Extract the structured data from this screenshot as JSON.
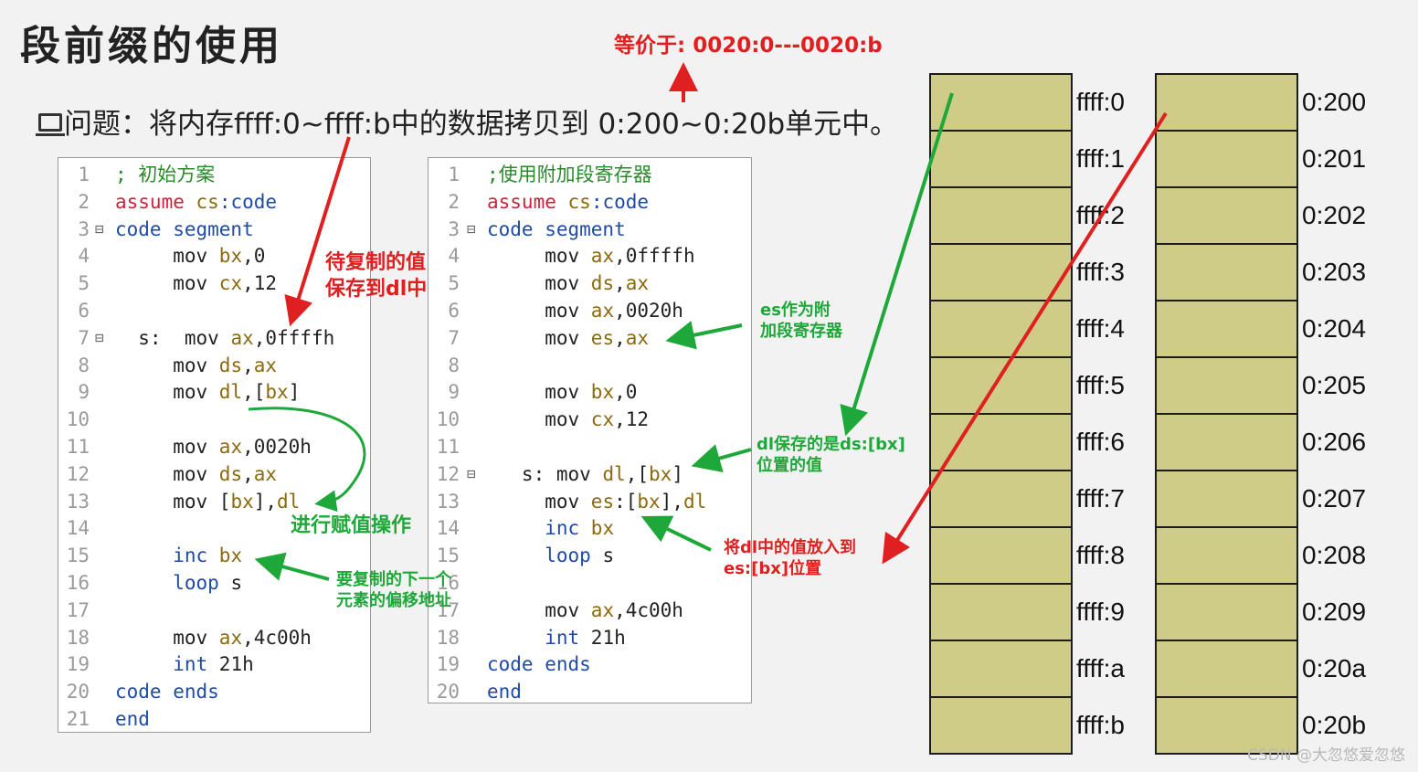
{
  "title": "段前缀的使用",
  "question": "问题：将内存ffff:0~ffff:b中的数据拷贝到 0:200~0:20b单元中。",
  "equivalence_note": "等价于: 0020:0---0020:b",
  "left_code": [
    {
      "n": "1",
      "fold": "",
      "tokens": [
        {
          "t": "; 初始方案",
          "c": "comment"
        }
      ]
    },
    {
      "n": "2",
      "fold": "",
      "tokens": [
        {
          "t": "assume ",
          "c": "kw"
        },
        {
          "t": "cs",
          "c": "reg"
        },
        {
          "t": ":code",
          "c": "blue"
        }
      ]
    },
    {
      "n": "3",
      "fold": "⊟",
      "tokens": [
        {
          "t": "code segment",
          "c": "blue"
        }
      ]
    },
    {
      "n": "4",
      "fold": "",
      "tokens": [
        {
          "t": "     mov ",
          "c": "plain"
        },
        {
          "t": "bx",
          "c": "reg"
        },
        {
          "t": ",0",
          "c": "plain"
        }
      ]
    },
    {
      "n": "5",
      "fold": "",
      "tokens": [
        {
          "t": "     mov ",
          "c": "plain"
        },
        {
          "t": "cx",
          "c": "reg"
        },
        {
          "t": ",12",
          "c": "plain"
        }
      ]
    },
    {
      "n": "6",
      "fold": "",
      "tokens": []
    },
    {
      "n": "7",
      "fold": "⊟",
      "tokens": [
        {
          "t": "  s:  mov ",
          "c": "plain"
        },
        {
          "t": "ax",
          "c": "reg"
        },
        {
          "t": ",0ffffh",
          "c": "plain"
        }
      ]
    },
    {
      "n": "8",
      "fold": "",
      "tokens": [
        {
          "t": "     mov ",
          "c": "plain"
        },
        {
          "t": "ds",
          "c": "reg"
        },
        {
          "t": ",",
          "c": "plain"
        },
        {
          "t": "ax",
          "c": "reg"
        }
      ]
    },
    {
      "n": "9",
      "fold": "",
      "tokens": [
        {
          "t": "     mov ",
          "c": "plain"
        },
        {
          "t": "dl",
          "c": "reg"
        },
        {
          "t": ",[",
          "c": "plain"
        },
        {
          "t": "bx",
          "c": "reg"
        },
        {
          "t": "]",
          "c": "plain"
        }
      ]
    },
    {
      "n": "10",
      "fold": "",
      "tokens": []
    },
    {
      "n": "11",
      "fold": "",
      "tokens": [
        {
          "t": "     mov ",
          "c": "plain"
        },
        {
          "t": "ax",
          "c": "reg"
        },
        {
          "t": ",0020h",
          "c": "plain"
        }
      ]
    },
    {
      "n": "12",
      "fold": "",
      "tokens": [
        {
          "t": "     mov ",
          "c": "plain"
        },
        {
          "t": "ds",
          "c": "reg"
        },
        {
          "t": ",",
          "c": "plain"
        },
        {
          "t": "ax",
          "c": "reg"
        }
      ]
    },
    {
      "n": "13",
      "fold": "",
      "tokens": [
        {
          "t": "     mov [",
          "c": "plain"
        },
        {
          "t": "bx",
          "c": "reg"
        },
        {
          "t": "],",
          "c": "plain"
        },
        {
          "t": "dl",
          "c": "reg"
        }
      ]
    },
    {
      "n": "14",
      "fold": "",
      "tokens": []
    },
    {
      "n": "15",
      "fold": "",
      "tokens": [
        {
          "t": "     inc ",
          "c": "blue"
        },
        {
          "t": "bx",
          "c": "reg"
        }
      ]
    },
    {
      "n": "16",
      "fold": "",
      "tokens": [
        {
          "t": "     loop ",
          "c": "blue"
        },
        {
          "t": "s",
          "c": "plain"
        }
      ]
    },
    {
      "n": "17",
      "fold": "",
      "tokens": []
    },
    {
      "n": "18",
      "fold": "",
      "tokens": [
        {
          "t": "     mov ",
          "c": "plain"
        },
        {
          "t": "ax",
          "c": "reg"
        },
        {
          "t": ",4c00h",
          "c": "plain"
        }
      ]
    },
    {
      "n": "19",
      "fold": "",
      "tokens": [
        {
          "t": "     int ",
          "c": "blue"
        },
        {
          "t": "21h",
          "c": "plain"
        }
      ]
    },
    {
      "n": "20",
      "fold": "",
      "tokens": [
        {
          "t": "code ends",
          "c": "blue"
        }
      ]
    },
    {
      "n": "21",
      "fold": "",
      "tokens": [
        {
          "t": "end",
          "c": "blue"
        }
      ]
    }
  ],
  "right_code": [
    {
      "n": "1",
      "fold": "",
      "tokens": [
        {
          "t": ";使用附加段寄存器",
          "c": "comment"
        }
      ]
    },
    {
      "n": "2",
      "fold": "",
      "tokens": [
        {
          "t": "assume ",
          "c": "kw"
        },
        {
          "t": "cs",
          "c": "reg"
        },
        {
          "t": ":code",
          "c": "blue"
        }
      ]
    },
    {
      "n": "3",
      "fold": "⊟",
      "tokens": [
        {
          "t": "code segment",
          "c": "blue"
        }
      ]
    },
    {
      "n": "4",
      "fold": "",
      "tokens": [
        {
          "t": "     mov ",
          "c": "plain"
        },
        {
          "t": "ax",
          "c": "reg"
        },
        {
          "t": ",0ffffh",
          "c": "plain"
        }
      ]
    },
    {
      "n": "5",
      "fold": "",
      "tokens": [
        {
          "t": "     mov ",
          "c": "plain"
        },
        {
          "t": "ds",
          "c": "reg"
        },
        {
          "t": ",",
          "c": "plain"
        },
        {
          "t": "ax",
          "c": "reg"
        }
      ]
    },
    {
      "n": "6",
      "fold": "",
      "tokens": [
        {
          "t": "     mov ",
          "c": "plain"
        },
        {
          "t": "ax",
          "c": "reg"
        },
        {
          "t": ",0020h",
          "c": "plain"
        }
      ]
    },
    {
      "n": "7",
      "fold": "",
      "tokens": [
        {
          "t": "     mov ",
          "c": "plain"
        },
        {
          "t": "es",
          "c": "reg"
        },
        {
          "t": ",",
          "c": "plain"
        },
        {
          "t": "ax",
          "c": "reg"
        }
      ]
    },
    {
      "n": "8",
      "fold": "",
      "tokens": []
    },
    {
      "n": "9",
      "fold": "",
      "tokens": [
        {
          "t": "     mov ",
          "c": "plain"
        },
        {
          "t": "bx",
          "c": "reg"
        },
        {
          "t": ",0",
          "c": "plain"
        }
      ]
    },
    {
      "n": "10",
      "fold": "",
      "tokens": [
        {
          "t": "     mov ",
          "c": "plain"
        },
        {
          "t": "cx",
          "c": "reg"
        },
        {
          "t": ",12",
          "c": "plain"
        }
      ]
    },
    {
      "n": "11",
      "fold": "",
      "tokens": []
    },
    {
      "n": "12",
      "fold": "⊟",
      "tokens": [
        {
          "t": "   s: mov ",
          "c": "plain"
        },
        {
          "t": "dl",
          "c": "reg"
        },
        {
          "t": ",[",
          "c": "plain"
        },
        {
          "t": "bx",
          "c": "reg"
        },
        {
          "t": "]",
          "c": "plain"
        }
      ]
    },
    {
      "n": "13",
      "fold": "",
      "tokens": [
        {
          "t": "     mov ",
          "c": "plain"
        },
        {
          "t": "es",
          "c": "reg"
        },
        {
          "t": ":[",
          "c": "plain"
        },
        {
          "t": "bx",
          "c": "reg"
        },
        {
          "t": "],",
          "c": "plain"
        },
        {
          "t": "dl",
          "c": "reg"
        }
      ]
    },
    {
      "n": "14",
      "fold": "",
      "tokens": [
        {
          "t": "     inc ",
          "c": "blue"
        },
        {
          "t": "bx",
          "c": "reg"
        }
      ]
    },
    {
      "n": "15",
      "fold": "",
      "tokens": [
        {
          "t": "     loop ",
          "c": "blue"
        },
        {
          "t": "s",
          "c": "plain"
        }
      ]
    },
    {
      "n": "16",
      "fold": "",
      "tokens": []
    },
    {
      "n": "17",
      "fold": "",
      "tokens": [
        {
          "t": "     mov ",
          "c": "plain"
        },
        {
          "t": "ax",
          "c": "reg"
        },
        {
          "t": ",4c00h",
          "c": "plain"
        }
      ]
    },
    {
      "n": "18",
      "fold": "",
      "tokens": [
        {
          "t": "     int ",
          "c": "blue"
        },
        {
          "t": "21h",
          "c": "plain"
        }
      ]
    },
    {
      "n": "19",
      "fold": "",
      "tokens": [
        {
          "t": "code ends",
          "c": "blue"
        }
      ]
    },
    {
      "n": "20",
      "fold": "",
      "tokens": [
        {
          "t": "end",
          "c": "blue"
        }
      ]
    }
  ],
  "annotations": {
    "copy_value_1": "待复制的值",
    "copy_value_2": "保存到dl中",
    "assign_op": "进行赋值操作",
    "next_addr_1": "要复制的下一个",
    "next_addr_2": "元素的偏移地址",
    "es_note_1": "es作为附",
    "es_note_2": "加段寄存器",
    "dl_note_1": "dl保存的是ds:[bx]",
    "dl_note_2": "位置的值",
    "put_note_1": "将dl中的值放入到",
    "put_note_2": "es:[bx]位置"
  },
  "memory_source": [
    "ffff:0",
    "ffff:1",
    "ffff:2",
    "ffff:3",
    "ffff:4",
    "ffff:5",
    "ffff:6",
    "ffff:7",
    "ffff:8",
    "ffff:9",
    "ffff:a",
    "ffff:b"
  ],
  "memory_dest": [
    "0:200",
    "0:201",
    "0:202",
    "0:203",
    "0:204",
    "0:205",
    "0:206",
    "0:207",
    "0:208",
    "0:209",
    "0:20a",
    "0:20b"
  ],
  "colors": {
    "red": "#e02020",
    "green": "#1fa83a",
    "cell": "#cfcc87"
  },
  "watermark": "CSDN @大忽悠爱忽悠"
}
